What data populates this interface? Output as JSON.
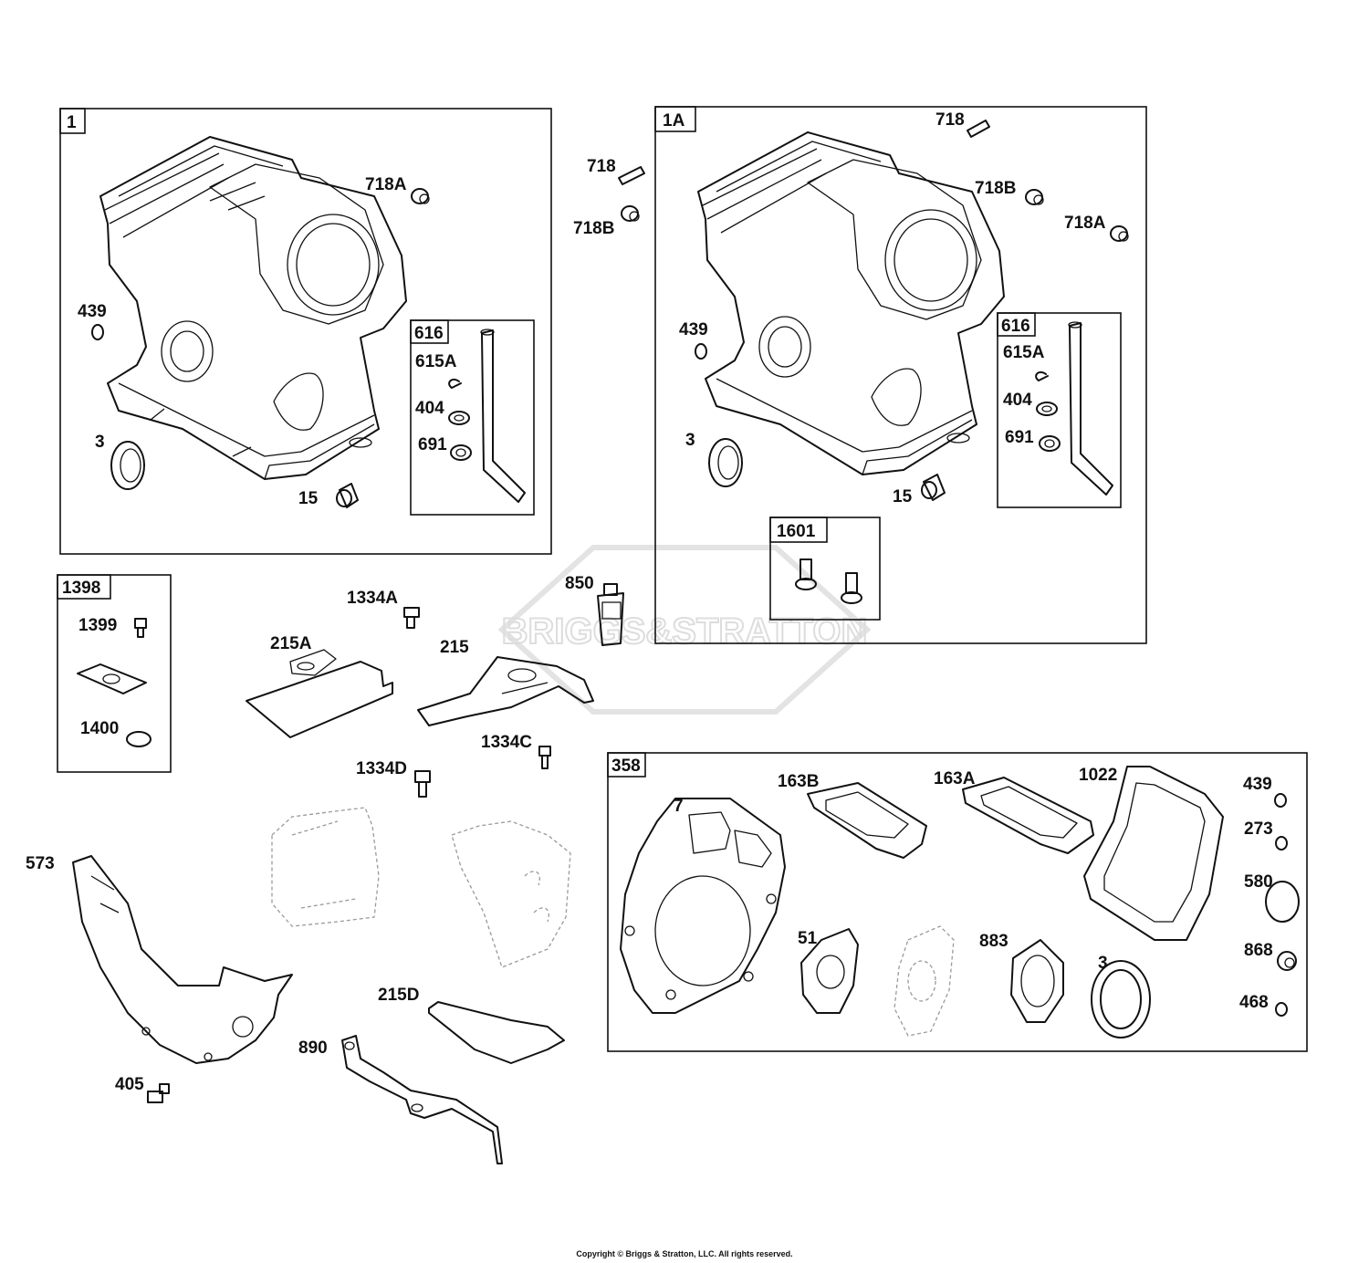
{
  "brand_watermark": "BRIGGS&STRATTON",
  "copyright": "Copyright © Briggs & Stratton, LLC. All rights reserved.",
  "boxes": {
    "b1": "1",
    "b616a": "616",
    "b1a": "1A",
    "b616b": "616",
    "b1601": "1601",
    "b1398": "1398",
    "b358": "358"
  },
  "labels": {
    "l718A_1": "718A",
    "l439_1": "439",
    "l3_1": "3",
    "l15_1": "15",
    "l615A_1": "615A",
    "l404_1": "404",
    "l691_1": "691",
    "l718_mid": "718",
    "l718B_mid": "718B",
    "l718_r": "718",
    "l718B_r": "718B",
    "l718A_r": "718A",
    "l439_r": "439",
    "l3_r": "3",
    "l15_r": "15",
    "l615A_r": "615A",
    "l404_r": "404",
    "l691_r": "691",
    "l850": "850",
    "l1399": "1399",
    "l1400": "1400",
    "l1334A": "1334A",
    "l215A": "215A",
    "l215": "215",
    "l1334C": "1334C",
    "l1334D": "1334D",
    "l573": "573",
    "l405": "405",
    "l215D": "215D",
    "l890": "890",
    "l7": "7",
    "l163B": "163B",
    "l163A": "163A",
    "l1022": "1022",
    "l439_g": "439",
    "l273": "273",
    "l580": "580",
    "l868": "868",
    "l468": "468",
    "l51": "51",
    "l883": "883",
    "l3_g": "3"
  }
}
